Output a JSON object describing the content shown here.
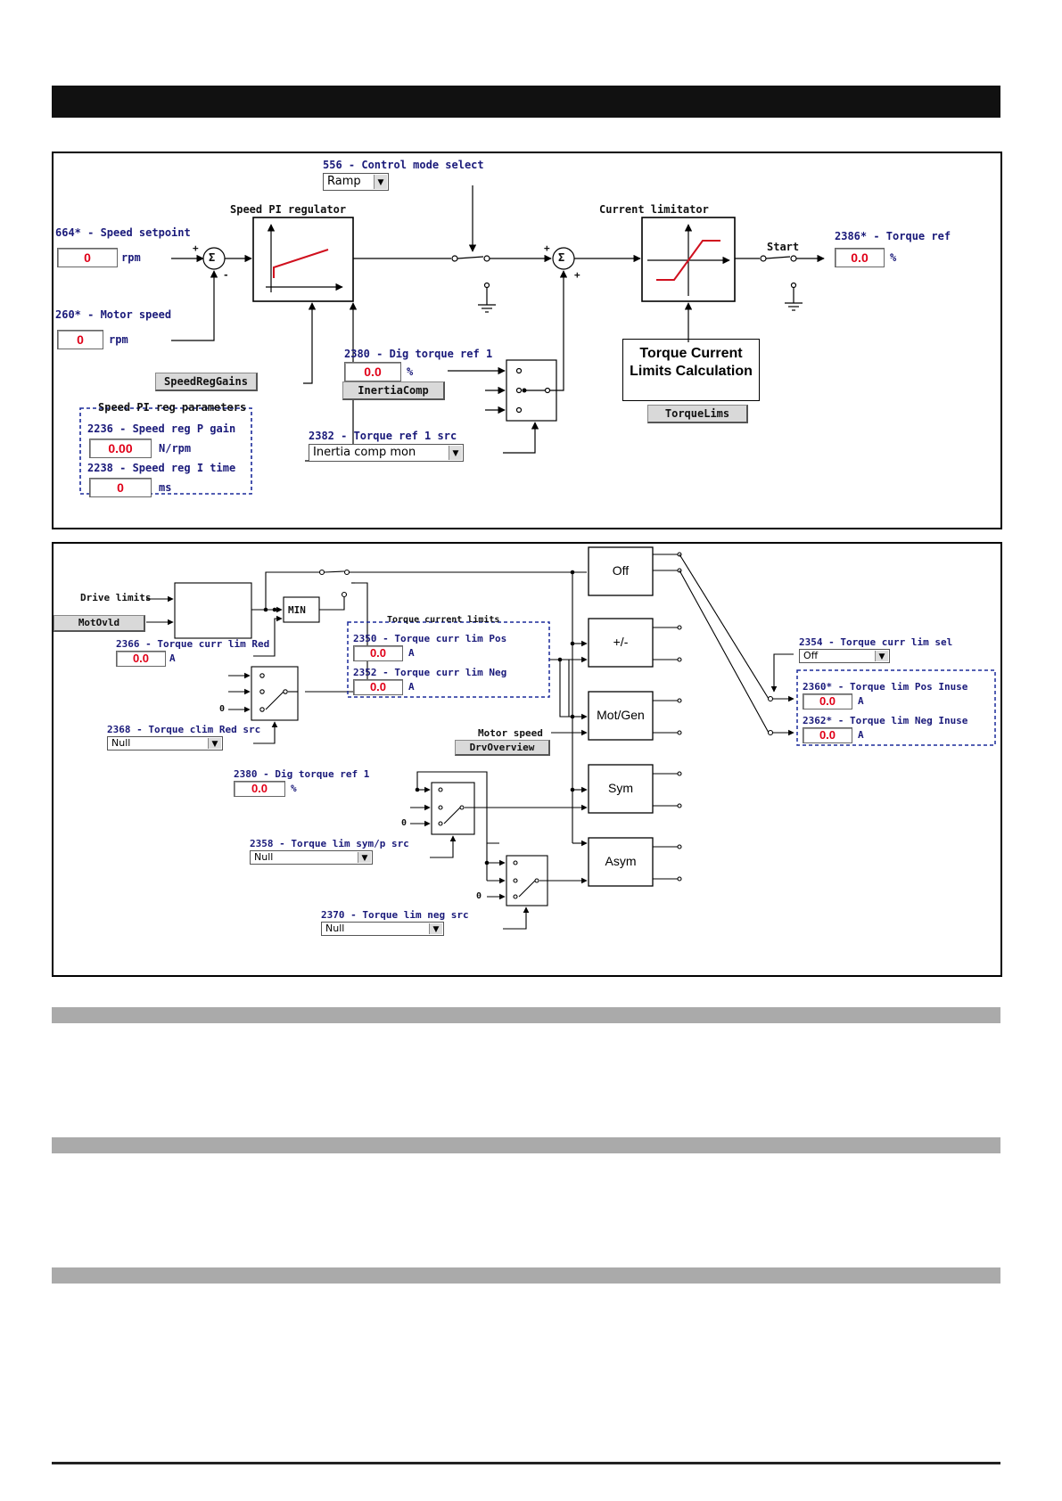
{
  "panel1": {
    "control_mode_label": "556 - Control mode select",
    "control_mode_value": "Ramp",
    "speed_pi_title": "Speed PI regulator",
    "current_limitator_title": "Current limitator",
    "speed_setpoint_label": "664* - Speed setpoint",
    "speed_setpoint_value": "0",
    "speed_setpoint_unit": "rpm",
    "motor_speed_label": "260* - Motor speed",
    "motor_speed_value": "0",
    "motor_speed_unit": "rpm",
    "torque_ref_label": "2386* - Torque ref",
    "torque_ref_value": "0.0",
    "torque_ref_unit": "%",
    "start_label": "Start",
    "plus1": "+",
    "minus1": "-",
    "plus2": "+",
    "plus3": "+",
    "sigma": "Σ",
    "dig_torque_label": "2380 - Dig torque ref 1",
    "dig_torque_value": "0.0",
    "dig_torque_unit": "%",
    "inertia_button": "InertiaComp",
    "speedreg_button": "SpeedRegGains",
    "torque_limits_calc_line1": "Torque Current",
    "torque_limits_calc_line2": "Limits Calculation",
    "torquelims_button": "TorqueLims",
    "pi_params_title": "Speed PI reg parameters",
    "p_gain_label": "2236 - Speed reg P gain",
    "p_gain_value": "0.00",
    "p_gain_unit": "N/rpm",
    "i_time_label": "2238 - Speed reg I time",
    "i_time_value": "0",
    "i_time_unit": "ms",
    "torque_src_label": "2382 - Torque ref 1 src",
    "torque_src_value": "Inertia comp mon"
  },
  "panel2": {
    "drive_limits": "Drive limits",
    "motovld_button": "MotOvld",
    "min_label": "MIN",
    "curr_lim_red_label": "2366 - Torque curr lim Red",
    "curr_lim_red_value": "0.0",
    "curr_lim_red_unit": "A",
    "zero": "0",
    "clim_red_src_label": "2368 - Torque clim Red src",
    "clim_red_src_value": "Null",
    "torque_curr_limits_title": "Torque current limits",
    "lim_pos_label": "2350 - Torque curr lim Pos",
    "lim_pos_value": "0.0",
    "lim_pos_unit": "A",
    "lim_neg_label": "2352 - Torque curr lim Neg",
    "lim_neg_value": "0.0",
    "lim_neg_unit": "A",
    "motor_speed": "Motor speed",
    "drvoverview_button": "DrvOverview",
    "dig_torque_label": "2380 - Dig torque ref 1",
    "dig_torque_value": "0.0",
    "dig_torque_unit": "%",
    "lim_sym_src_label": "2358 - Torque lim sym/p src",
    "lim_sym_src_value": "Null",
    "lim_neg_src_label": "2370 - Torque lim neg src",
    "lim_neg_src_value": "Null",
    "blocks": [
      "Off",
      "+/-",
      "Mot/Gen",
      "Sym",
      "Asym"
    ],
    "curr_lim_sel_label": "2354 - Torque curr lim sel",
    "curr_lim_sel_value": "Off",
    "pos_inuse_label": "2360* - Torque lim Pos Inuse",
    "pos_inuse_value": "0.0",
    "pos_inuse_unit": "A",
    "neg_inuse_label": "2362* - Torque lim Neg Inuse",
    "neg_inuse_value": "0.0",
    "neg_inuse_unit": "A"
  },
  "colors": {
    "label_blue": "#1a1a7a",
    "value_red": "#e00018",
    "dashed_blue": "#1a2a9a"
  }
}
